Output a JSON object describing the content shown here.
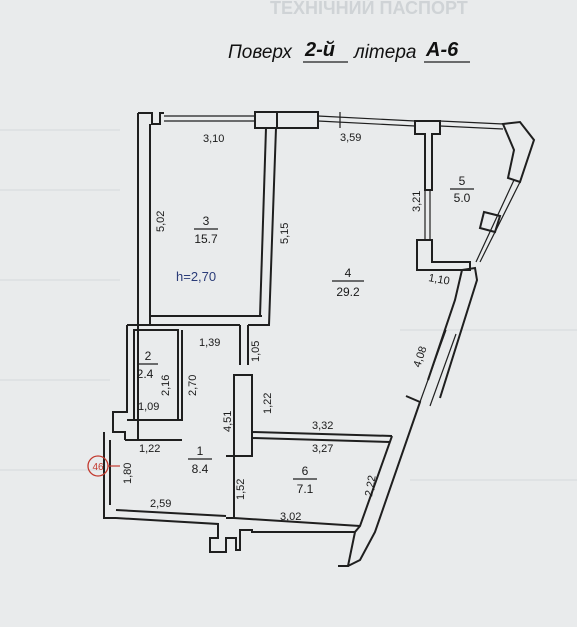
{
  "header": {
    "floor_word": "Поверх",
    "floor_value": "2-й",
    "letter_word": "літера",
    "letter_value": "А-6"
  },
  "background_text": "ТЕХНІЧНИЙ ПАСПОРТ",
  "height_label": "h=2,70",
  "marker": "46",
  "rooms": [
    {
      "number": "1",
      "area": "8.4"
    },
    {
      "number": "2",
      "area": "2.4"
    },
    {
      "number": "3",
      "area": "15.7"
    },
    {
      "number": "4",
      "area": "29.2"
    },
    {
      "number": "5",
      "area": "5.0"
    },
    {
      "number": "6",
      "area": "7.1"
    }
  ],
  "dimensions": {
    "top_room3": "3,10",
    "top_room4": "3,59",
    "left_room3": "5,02",
    "right_room3": "5,15",
    "room5_height": "3,21",
    "corridor_wall": "1,10",
    "diagonal_wall": "4,08",
    "room2_top": "1,39",
    "room2_height": "2,16",
    "room2_side": "2,70",
    "room2_bottom": "1,09",
    "hall_top": "1,22",
    "hall_height": "1,80",
    "hall_bottom": "2,59",
    "hall_right": "4,51",
    "passage_top": "1,05",
    "passage_lower": "1,22",
    "room6_top_outer": "3,32",
    "room6_top_inner": "3,27",
    "room6_right": "2,22",
    "room6_left": "1,52",
    "room6_bottom": "3,02"
  }
}
